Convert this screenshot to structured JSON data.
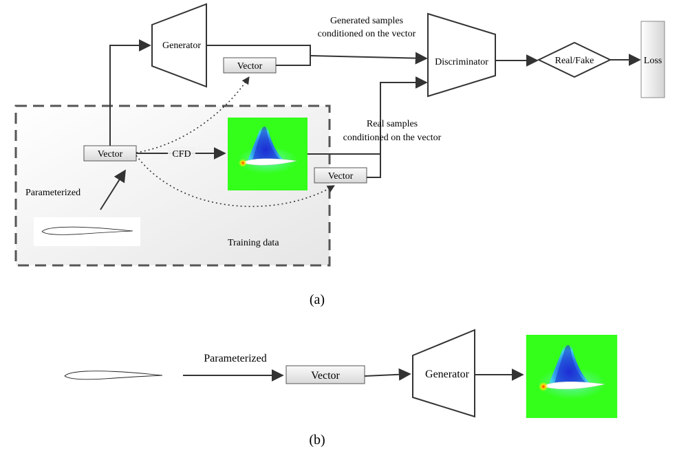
{
  "panel_a": {
    "caption": "(a)",
    "generator_label": "Generator",
    "discriminator_label": "Discriminator",
    "real_fake_label": "Real/Fake",
    "loss_label": "Loss",
    "vector_top_label": "Vector",
    "vector_input_label": "Vector",
    "vector_real_label": "Vector",
    "cfd_label": "CFD",
    "parameterized_label": "Parameterized",
    "training_data_label": "Training data",
    "generated_samples_line1": "Generated samples",
    "generated_samples_line2": "conditioned on the vector",
    "real_samples_line1": "Real samples",
    "real_samples_line2": "conditioned on the vector"
  },
  "panel_b": {
    "caption": "(b)",
    "parameterized_label": "Parameterized",
    "vector_label": "Vector",
    "generator_label": "Generator"
  },
  "colors": {
    "flow_green": "#33ff1a",
    "flow_blue": "#1f4fd6",
    "flow_cyan": "#3fd6e8",
    "stroke": "#333333",
    "dashed_border": "#555555"
  }
}
